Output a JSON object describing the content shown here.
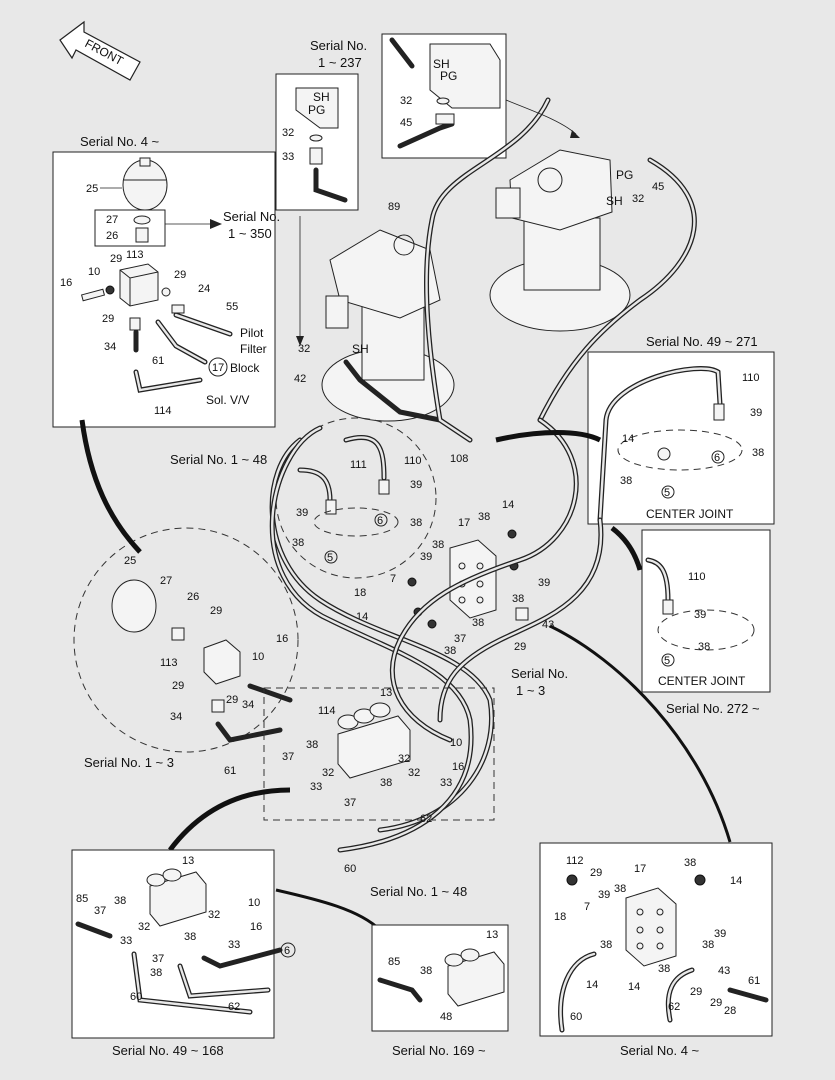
{
  "front_label": "FRONT",
  "serial_labels": {
    "top_center": "Serial No.",
    "top_center_range": "1 ~ 237",
    "top_left": "Serial No. 4 ~",
    "acc_arrow": "Serial No.",
    "acc_arrow_range": "1 ~ 350",
    "right_top": "Serial No. 49 ~ 271",
    "left_mid": "Serial No. 1 ~ 48",
    "left_circle": "Serial No. 1 ~ 3",
    "center_mid": "Serial No.",
    "center_mid_range": "1 ~ 3",
    "right_mid": "Serial No. 272 ~",
    "bottom_center_upper": "Serial No. 1 ~ 48",
    "bottom_left": "Serial No. 49 ~ 168",
    "bottom_mid": "Serial No. 169 ~",
    "bottom_right": "Serial No. 4 ~"
  },
  "text_labels": {
    "pilot": "Pilot",
    "filter": "Filter",
    "block": "Block",
    "solvv": "Sol. V/V",
    "sh": "SH",
    "pg": "PG",
    "center_joint": "CENTER JOINT",
    "center_joint_2": "CENTER JOINT"
  },
  "part_numbers": {
    "n25": "25",
    "n27": "27",
    "n26": "26",
    "n29": "29",
    "n113": "113",
    "n10": "10",
    "n16": "16",
    "n24": "24",
    "n55": "55",
    "n34": "34",
    "n61": "61",
    "n114": "114",
    "n17": "17",
    "n32": "32",
    "n33": "33",
    "n45": "45",
    "n89": "89",
    "n42": "42",
    "n108": "108",
    "n110": "110",
    "n39": "39",
    "n14": "14",
    "n38": "38",
    "n5": "5",
    "n6": "6",
    "n111": "111",
    "n7": "7",
    "n18": "18",
    "n37": "37",
    "n43": "43",
    "n13": "13",
    "n60": "60",
    "n62": "62",
    "n85": "85",
    "n48": "48",
    "n112": "112",
    "n28": "28"
  }
}
